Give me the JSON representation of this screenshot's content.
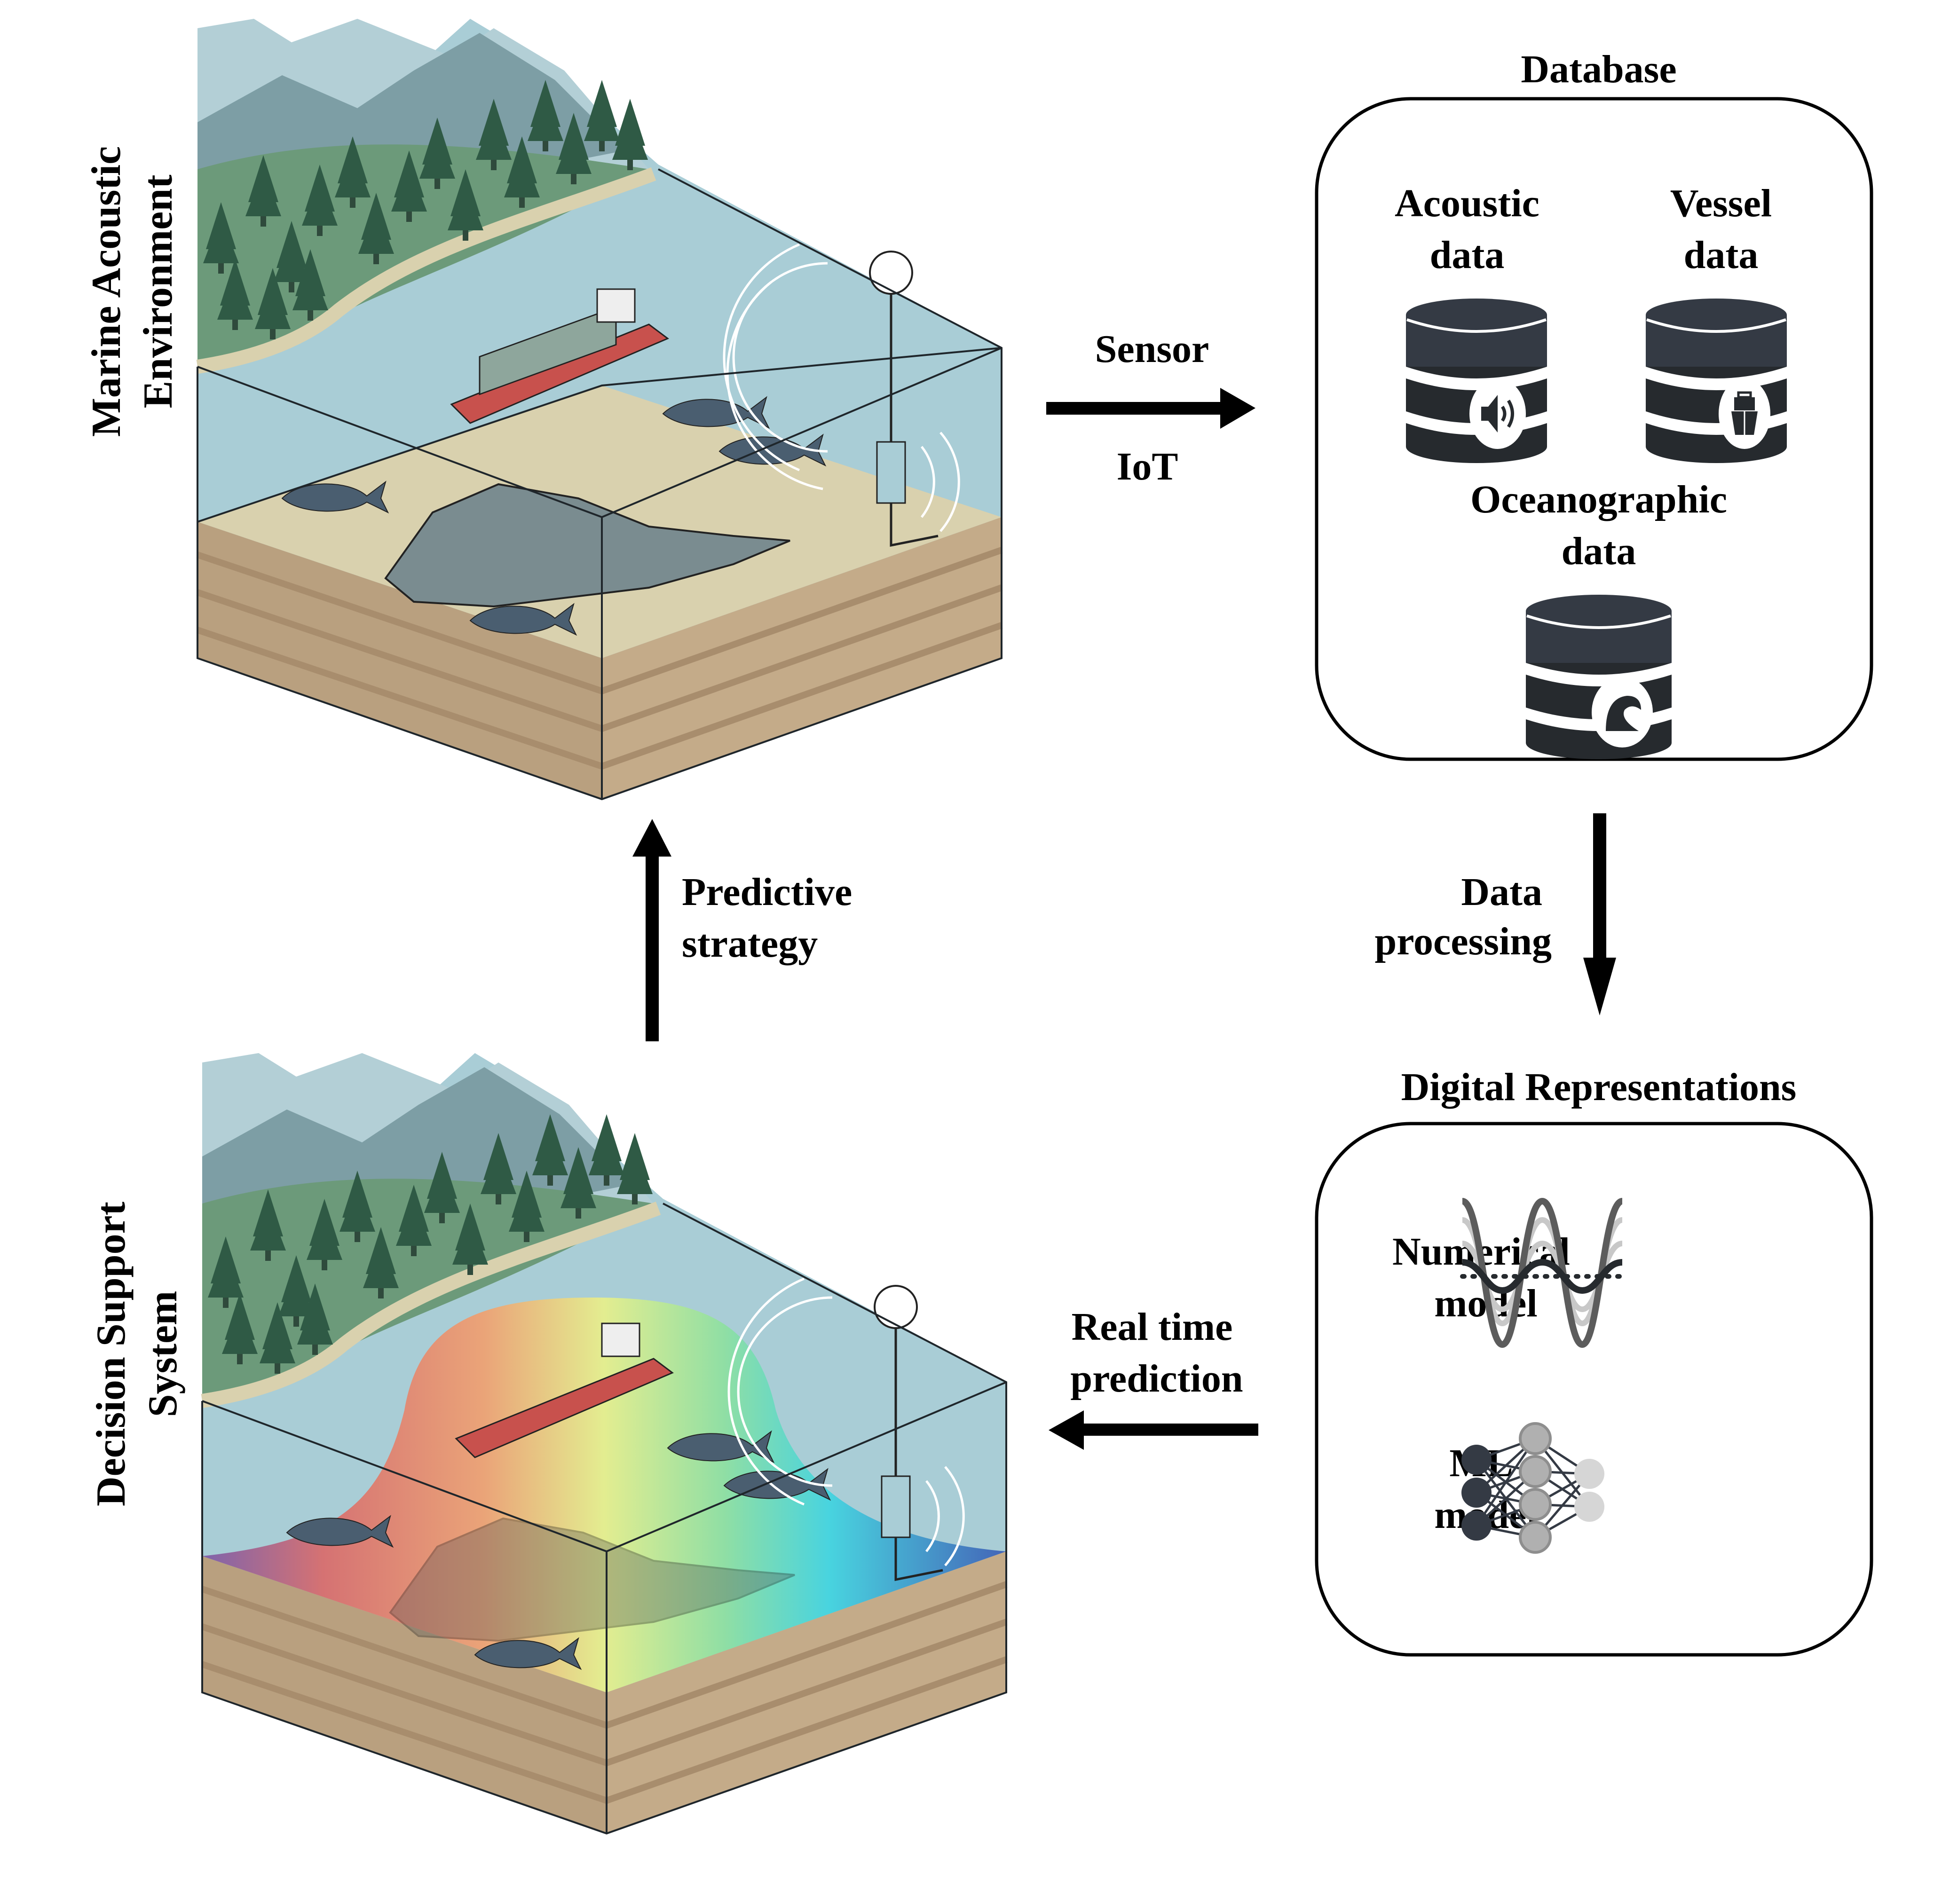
{
  "panels": {
    "top_left": {
      "label_line1": "Marine Acoustic",
      "label_line2": "Environment"
    },
    "bottom_left": {
      "label_line1": "Decision Support",
      "label_line2": "System"
    }
  },
  "database": {
    "title": "Database",
    "items": [
      {
        "line1": "Acoustic",
        "line2": "data",
        "icon": "speaker-icon"
      },
      {
        "line1": "Vessel",
        "line2": "data",
        "icon": "ship-icon"
      },
      {
        "line1": "Oceanographic",
        "line2": "data",
        "icon": "wave-icon"
      }
    ]
  },
  "digital_representations": {
    "title": "Digital Representations",
    "items": [
      {
        "line1": "Numerical",
        "line2": "model",
        "icon": "waveform-icon"
      },
      {
        "line1": "ML",
        "line2": "model",
        "icon": "neural-network-icon"
      }
    ]
  },
  "arrows": {
    "sensor": {
      "top": "Sensor",
      "bottom": "IoT"
    },
    "data_processing": {
      "line1": "Data",
      "line2": "processing"
    },
    "real_time": {
      "line1": "Real time",
      "line2": "prediction"
    },
    "predictive": {
      "line1": "Predictive",
      "line2": "strategy"
    }
  },
  "colors": {
    "water": "#a9cdd6",
    "mountain": "#7d9ea5",
    "forest": "#6c9a7a",
    "tree": "#2f5a45",
    "sand": "#d9d1ae",
    "soil": "#b9a07f",
    "ship_hull": "#c8514d",
    "db_dark": "#262a2e",
    "rock": "#7a8c90"
  }
}
